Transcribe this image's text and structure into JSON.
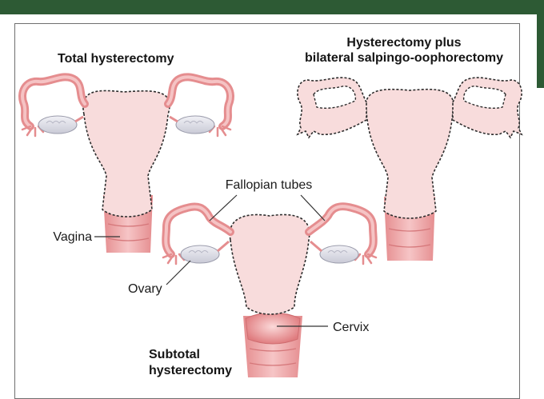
{
  "titles": {
    "total": "Total hysterectomy",
    "bso_line1": "Hysterectomy plus",
    "bso_line2": "bilateral salpingo-oophorectomy",
    "subtotal_line1": "Subtotal",
    "subtotal_line2": "hysterectomy"
  },
  "labels": {
    "fallopian_tubes": "Fallopian tubes",
    "vagina": "Vagina",
    "ovary": "Ovary",
    "cervix": "Cervix"
  },
  "colors": {
    "frame": "#2d5a34",
    "tissue_light": "#f8dcdc",
    "tissue_mid": "#efa9aa",
    "tissue_dark": "#d86c6e",
    "ovary": "#dfe0e8",
    "cut_line": "#2c2c2c"
  }
}
